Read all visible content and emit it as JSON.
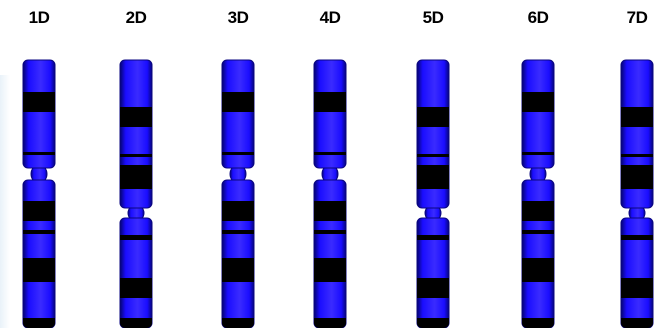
{
  "chromosomes": [
    {
      "label": "1D",
      "type": "type-A"
    },
    {
      "label": "2D",
      "type": "type-B"
    },
    {
      "label": "3D",
      "type": "type-A"
    },
    {
      "label": "4D",
      "type": "type-A"
    },
    {
      "label": "5D",
      "type": "type-B"
    },
    {
      "label": "6D",
      "type": "type-A"
    },
    {
      "label": "7D",
      "type": "type-B"
    }
  ],
  "colors": {
    "chromatid": "#1a0dff",
    "band": "#000000",
    "background": "#ffffff"
  }
}
